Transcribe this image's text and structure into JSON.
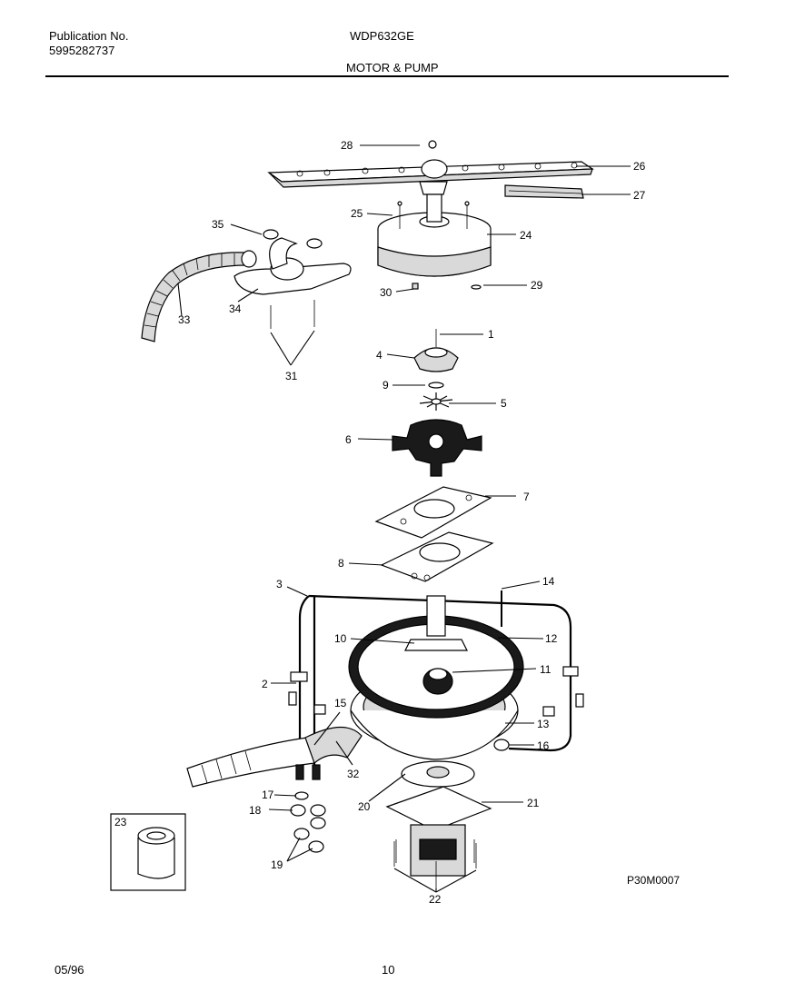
{
  "header": {
    "publication_label": "Publication No.",
    "publication_number": "5995282737",
    "model": "WDP632GE",
    "section_title": "MOTOR & PUMP"
  },
  "footer": {
    "date": "05/96",
    "page_number": "10"
  },
  "diagram": {
    "code": "P30M0007",
    "callouts": [
      "28",
      "26",
      "27",
      "25",
      "24",
      "35",
      "30",
      "29",
      "33",
      "34",
      "31",
      "1",
      "4",
      "9",
      "5",
      "6",
      "7",
      "8",
      "3",
      "14",
      "10",
      "12",
      "11",
      "2",
      "15",
      "13",
      "16",
      "32",
      "20",
      "21",
      "17",
      "18",
      "23",
      "19",
      "22"
    ]
  }
}
